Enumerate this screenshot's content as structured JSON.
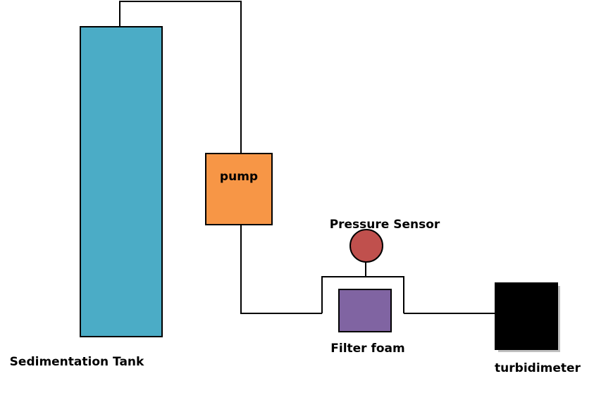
{
  "diagram": {
    "components": {
      "sedimentation_tank": {
        "label": "Sedimentation Tank",
        "color": "#4bacc6"
      },
      "pump": {
        "label": "pump",
        "color": "#f79646"
      },
      "pressure_sensor": {
        "label": "Pressure Sensor",
        "color": "#c0504d"
      },
      "filter_foam": {
        "label": "Filter foam",
        "color": "#8064a2"
      },
      "turbidimeter": {
        "label": "turbidimeter",
        "color": "#000000"
      }
    },
    "colors": {
      "pipe": "#000000",
      "outline": "#000000",
      "shadow": "#bfbfbf"
    }
  }
}
